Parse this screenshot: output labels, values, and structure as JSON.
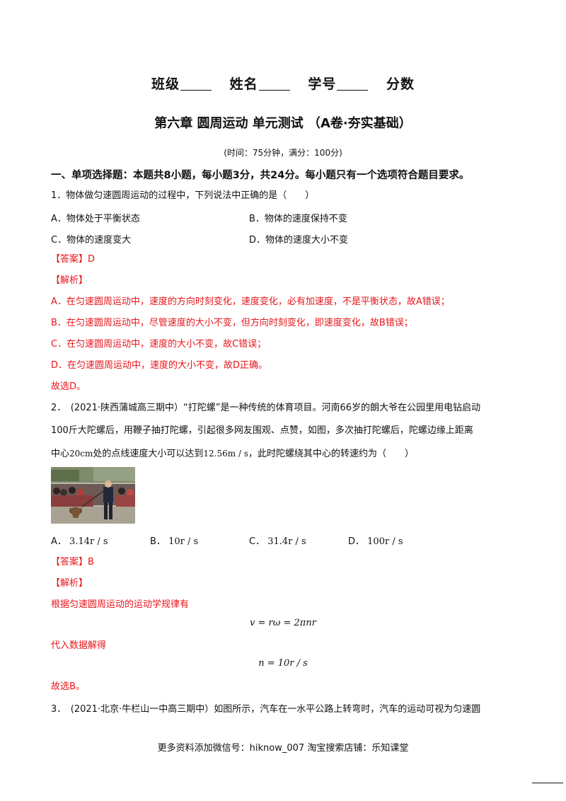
{
  "header": {
    "class_label": "班级",
    "name_label": "姓名",
    "id_label": "学号",
    "score_label": "分数",
    "title": "第六章 圆周运动 单元测试 （A卷·夯实基础）",
    "exam_info": "(时间：75分钟，满分：100分)"
  },
  "section1": {
    "heading": "一、单项选择题：本题共8小题，每小题3分，共24分。每小题只有一个选项符合题目要求。"
  },
  "q1": {
    "stem": "1．物体做匀速圆周运动的过程中，下列说法中正确的是（　　）",
    "options": [
      "A．物体处于平衡状态",
      "B．物体的速度保持不变",
      "C．物体的速度变大",
      "D．物体的速度大小不变"
    ],
    "answer": "【答案】D",
    "analysis_label": "【解析】",
    "analysis": [
      "A．在匀速圆周运动中，速度的方向时刻变化，速度变化，必有加速度，不是平衡状态，故A错误；",
      "B．在匀速圆周运动中，尽管速度的大小不变，但方向时刻变化，即速度变化，故B错误；",
      "C．在匀速圆周运动中，速度的大小不变，故C错误；",
      "D．在匀速圆周运动中，速度的大小不变，故D正确。"
    ],
    "conclusion": "故选D。"
  },
  "q2": {
    "stem_line1": "2．　(2021·陕西蒲城高三期中）“打陀螺”是一种传统的体育项目。河南66岁的朗大爷在公园里用电钻启动",
    "stem_line2": "100斤大陀螺后，用鞭子抽打陀螺，引起很多网友围观、点赞，如图，多次抽打陀螺后，陀螺边缘上距离",
    "stem_line3_a": "中心",
    "stem_line3_r": "20cm",
    "stem_line3_b": "处的点线速度大小可以达到",
    "stem_line3_v": "12.56m / s",
    "stem_line3_c": "，此时陀螺绕其中心的转速约为（　　）",
    "options": [
      {
        "letter": "A．",
        "value": "3.14r / s"
      },
      {
        "letter": "B．",
        "value": "10r / s"
      },
      {
        "letter": "C．",
        "value": "31.4r / s"
      },
      {
        "letter": "D．",
        "value": "100r / s"
      }
    ],
    "answer": "【答案】B",
    "analysis_label": "【解析】",
    "analysis_line1": "根据匀速圆周运动的运动学规律有",
    "equation1": "v = rω = 2πnr",
    "analysis_line2": "代入数据解得",
    "equation2": "n = 10r / s",
    "conclusion": "故选B。"
  },
  "q3": {
    "stem_line1": "3．　(2021·北京·牛栏山一中高三期中）如图所示，汽车在一水平公路上转弯时，汽车的运动可视为匀速圆"
  },
  "footer": {
    "text": "更多资料添加微信号：hiknow_007  淘宝搜索店铺：乐知课堂"
  },
  "colors": {
    "answer_red": "#e8141a",
    "text": "#111111"
  }
}
